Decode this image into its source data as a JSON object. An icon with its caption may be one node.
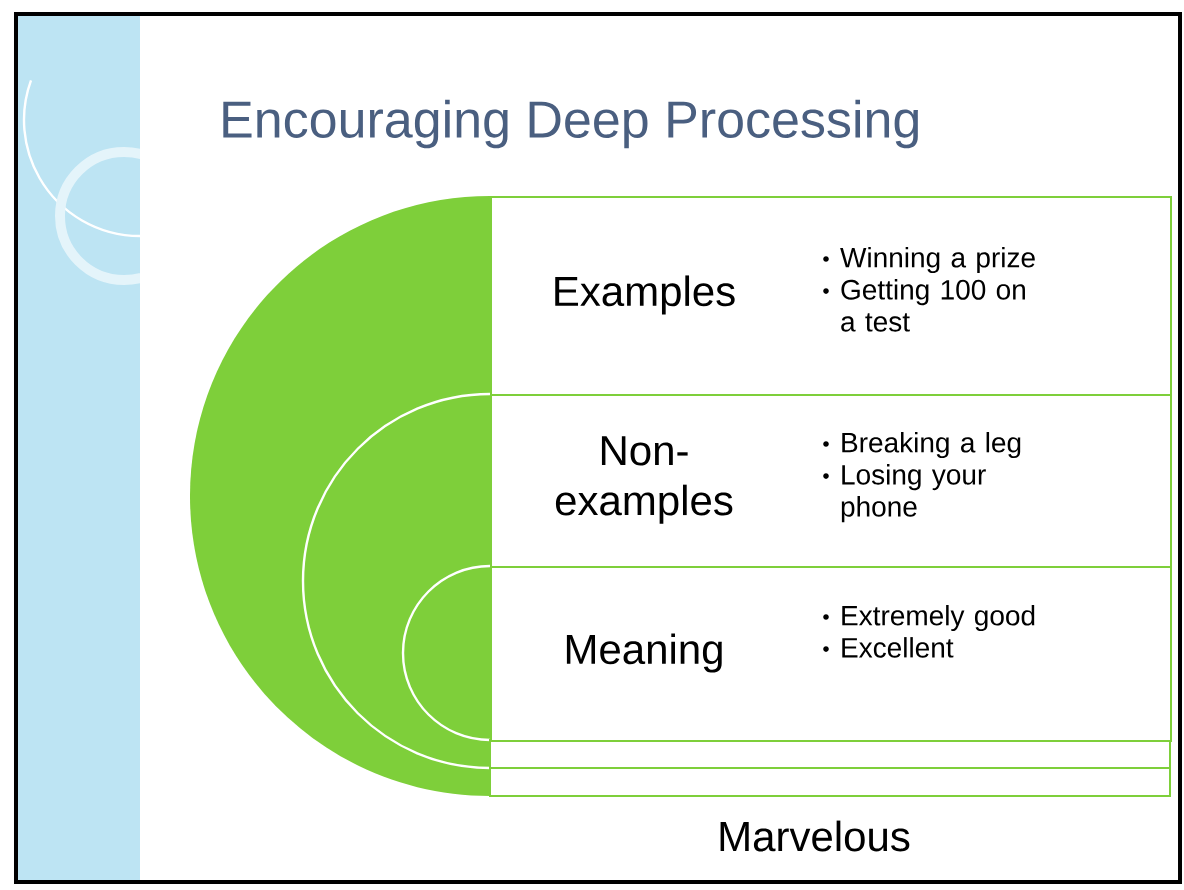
{
  "diagram": {
    "title": "Encouraging Deep Processing",
    "nodes": [
      {
        "text": [
          "Examples",
          "Winning a prize",
          "Getting 100 on a test"
        ]
      },
      {
        "text": [
          "Non-examples",
          "Breaking a leg",
          "Losing your phone"
        ]
      },
      {
        "text": [
          "Meaning",
          "Extremely good",
          "Excellent"
        ]
      }
    ],
    "labels": [
      "Marvelous"
    ]
  }
}
